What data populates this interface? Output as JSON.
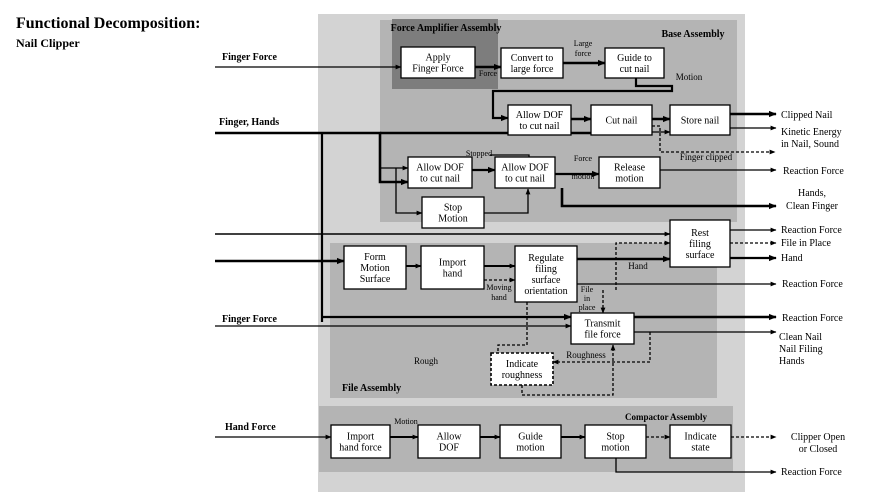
{
  "header": {
    "title": "Functional Decomposition:",
    "subtitle": "Nail Clipper"
  },
  "assemblies": {
    "force_amplifier": "Force Amplifier Assembly",
    "base": "Base Assembly",
    "file": "File Assembly",
    "compactor": "Compactor Assembly"
  },
  "inputs": {
    "finger_force_top": "Finger Force",
    "finger_hands": "Finger, Hands",
    "finger_force_mid": "Finger Force",
    "hand_force": "Hand Force"
  },
  "boxes": {
    "apply_finger_force": [
      "Apply",
      "Finger Force"
    ],
    "convert_large_force": [
      "Convert to",
      "large force"
    ],
    "guide_cut_nail": [
      "Guide to",
      "cut nail"
    ],
    "allow_dof_cut_a": [
      "Allow DOF",
      "to cut nail"
    ],
    "cut_nail": [
      "Cut nail"
    ],
    "store_nail": [
      "Store nail"
    ],
    "allow_dof_cut_b": [
      "Allow DOF",
      "to cut nail"
    ],
    "allow_dof_cut_c": [
      "Allow DOF",
      "to cut nail"
    ],
    "release_motion": [
      "Release",
      "motion"
    ],
    "stop_motion_top": [
      "Stop",
      "Motion"
    ],
    "rest_filing_surface": [
      "Rest",
      "filing",
      "surface"
    ],
    "form_motion_surface": [
      "Form",
      "Motion",
      "Surface"
    ],
    "import_hand": [
      "Import",
      "hand"
    ],
    "regulate_filing": [
      "Regulate",
      "filing",
      "surface",
      "orientation"
    ],
    "transmit_file_force": [
      "Transmit",
      "file force"
    ],
    "indicate_roughness": [
      "Indicate",
      "roughness"
    ],
    "import_hand_force": [
      "Import",
      "hand force"
    ],
    "allow_dof": [
      "Allow",
      "DOF"
    ],
    "guide_motion": [
      "Guide",
      "motion"
    ],
    "stop_motion_bottom": [
      "Stop",
      "motion"
    ],
    "indicate_state": [
      "Indicate",
      "state"
    ]
  },
  "flow_labels": {
    "force": "Force",
    "large_force": [
      "Large",
      "force"
    ],
    "motion_top": "Motion",
    "stopped": "Stopped",
    "force_motion": [
      "Force",
      "motion"
    ],
    "finger_clipped": "Finger clipped",
    "hand": "Hand",
    "moving_hand": [
      "Moving",
      "hand"
    ],
    "file_in_place": [
      "File",
      "in",
      "place"
    ],
    "roughness": "Roughness",
    "rough": "Rough",
    "motion_bottom": "Motion"
  },
  "outputs": {
    "clipped_nail": "Clipped Nail",
    "kinetic_energy": [
      "Kinetic Energy",
      "in Nail, Sound"
    ],
    "reaction_force_1": "Reaction Force",
    "hands_clean_finger": [
      "Hands,",
      "Clean Finger"
    ],
    "reaction_force_2": "Reaction Force",
    "file_in_place": "File in Place",
    "hand": "Hand",
    "reaction_force_3": "Reaction Force",
    "reaction_force_4": "Reaction Force",
    "clean_nail": [
      "Clean Nail",
      "Nail Filing",
      "Hands"
    ],
    "clipper_open_closed": [
      "Clipper Open",
      "or Closed"
    ],
    "reaction_force_5": "Reaction Force"
  },
  "colors": {
    "outer_region": "#d3d3d3",
    "inner_region": "#b4b4b4",
    "force_amp_region": "#7d7d7d",
    "line": "#000000",
    "box_fill": "#ffffff"
  }
}
